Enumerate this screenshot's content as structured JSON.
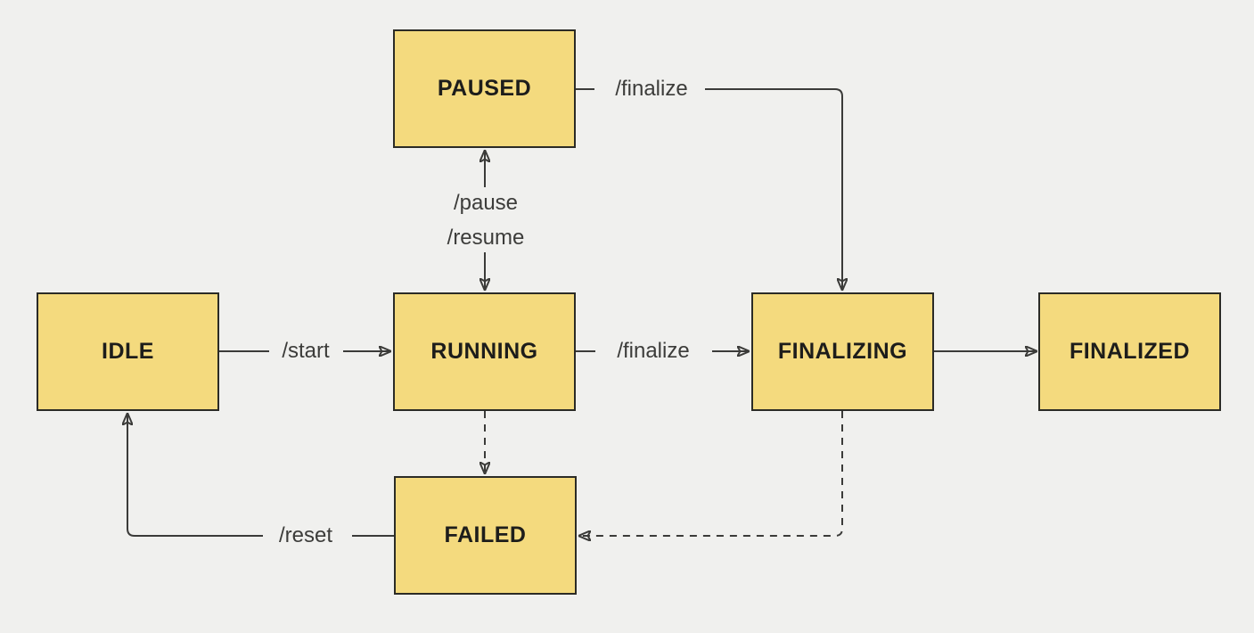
{
  "diagram": {
    "type": "state-machine",
    "colors": {
      "background": "#F0F0EE",
      "node_fill": "#F4DA7E",
      "node_border": "#2B2B26",
      "line": "#3B3B39",
      "edge_label_text": "#3C3C3A",
      "node_label_text": "#1D1D1B"
    },
    "states": [
      {
        "id": "paused",
        "label": "PAUSED"
      },
      {
        "id": "idle",
        "label": "IDLE"
      },
      {
        "id": "running",
        "label": "RUNNING"
      },
      {
        "id": "finalizing",
        "label": "FINALIZING"
      },
      {
        "id": "finalized",
        "label": "FINALIZED"
      },
      {
        "id": "failed",
        "label": "FAILED"
      }
    ],
    "transitions": [
      {
        "from": "IDLE",
        "to": "RUNNING",
        "label": "/start",
        "style": "solid"
      },
      {
        "from": "RUNNING",
        "to": "PAUSED",
        "label": "/pause",
        "style": "solid"
      },
      {
        "from": "PAUSED",
        "to": "RUNNING",
        "label": "/resume",
        "style": "solid"
      },
      {
        "from": "PAUSED",
        "to": "FINALIZING",
        "label": "/finalize",
        "style": "solid"
      },
      {
        "from": "RUNNING",
        "to": "FINALIZING",
        "label": "/finalize",
        "style": "solid"
      },
      {
        "from": "FINALIZING",
        "to": "FINALIZED",
        "label": "",
        "style": "solid"
      },
      {
        "from": "RUNNING",
        "to": "FAILED",
        "label": "",
        "style": "dashed"
      },
      {
        "from": "FINALIZING",
        "to": "FAILED",
        "label": "",
        "style": "dashed"
      },
      {
        "from": "FAILED",
        "to": "IDLE",
        "label": "/reset",
        "style": "solid"
      }
    ]
  }
}
